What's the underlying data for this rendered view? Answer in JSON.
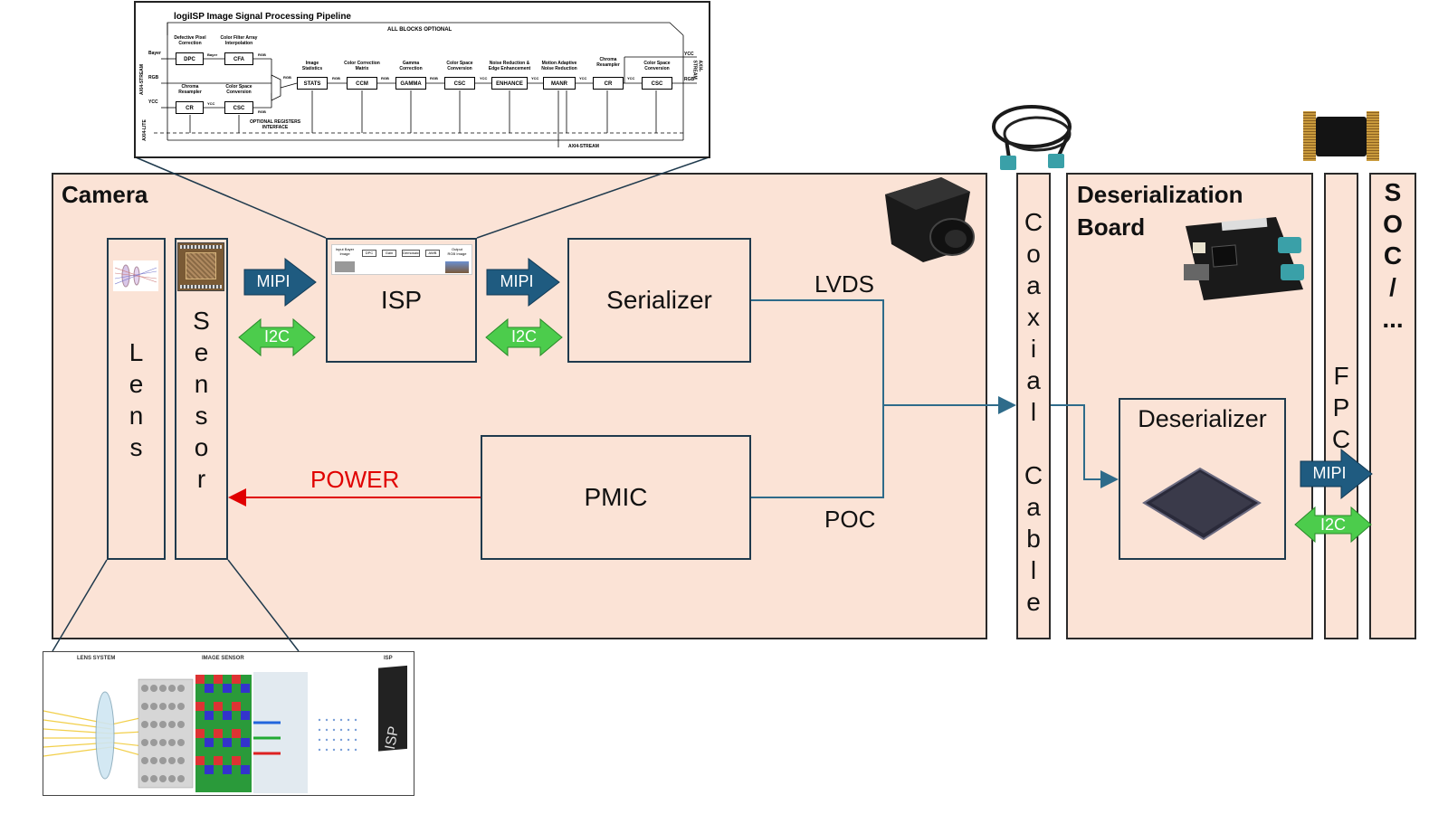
{
  "colors": {
    "panel_fill": "#fbe3d6",
    "border": "#1f3a4d",
    "connector": "#2e6b8a",
    "mipi_arrow": "#1f5b80",
    "i2c_arrow": "#4ccc4c",
    "power": "#e00000"
  },
  "camera": {
    "title": "Camera"
  },
  "deserialization_board": {
    "title": "Deserialization\nBoard"
  },
  "lens": {
    "letters": [
      "L",
      "e",
      "n",
      "s"
    ]
  },
  "sensor": {
    "letters": [
      "S",
      "e",
      "n",
      "s",
      "o",
      "r"
    ]
  },
  "coaxial": {
    "letters": [
      "C",
      "o",
      "a",
      "x",
      "i",
      "a",
      "l",
      "",
      "C",
      "a",
      "b",
      "l",
      "e"
    ]
  },
  "fpc": {
    "letters": [
      "F",
      "P",
      "C"
    ]
  },
  "soc": {
    "letters": [
      "S",
      "O",
      "C",
      "/",
      "..."
    ]
  },
  "blocks": {
    "isp": "ISP",
    "serializer": "Serializer",
    "pmic": "PMIC",
    "deserializer": "Deserializer"
  },
  "signals": {
    "mipi": "MIPI",
    "i2c": "I2C",
    "lvds": "LVDS",
    "poc": "POC",
    "power": "POWER"
  },
  "isp_pipeline": {
    "title": "logiISP Image Signal Processing Pipeline",
    "all_blocks_optional": "ALL BLOCKS OPTIONAL",
    "axi4_stream_in": "AXI4-STREAM",
    "axi4_stream_out": "AXI4-STREAM",
    "axi4_lite": "AXI4-LITE",
    "axi4_stream_bottom": "AXI4-STREAM",
    "optional_registers": "OPTIONAL REGISTERS\nINTERFACE",
    "input_bayer": "Bayer",
    "input_rgb": "RGB",
    "input_ycc": "YCC",
    "output_ycc": "YCC",
    "output_rgb": "RGB",
    "top_row": [
      {
        "caption": "Defective Pixel\nCorrection",
        "label": "DPC"
      },
      {
        "caption": "Color Filter Array\nInterpolation",
        "label": "CFA"
      }
    ],
    "bottom_row": [
      {
        "caption": "Chroma\nResampler",
        "label": "CR"
      },
      {
        "caption": "Color Space\nConversion",
        "label": "CSC"
      }
    ],
    "main_chain": [
      {
        "caption": "Image\nStatistics",
        "label": "STATS"
      },
      {
        "caption": "Color Correction\nMatrix",
        "label": "CCM"
      },
      {
        "caption": "Gamma\nCorrection",
        "label": "GAMMA"
      },
      {
        "caption": "Color Space\nConversion",
        "label": "CSC"
      },
      {
        "caption": "Noise Reduction &\nEdge Enhancement",
        "label": "ENHANCE"
      },
      {
        "caption": "Motion Adaptive\nNoise Reduction",
        "label": "MANR"
      },
      {
        "caption": "Chroma\nResampler",
        "label": "CR"
      },
      {
        "caption": "Color Space\nConversion",
        "label": "CSC"
      }
    ],
    "link_labels": [
      "Bayer",
      "RGB",
      "RGB",
      "RGB",
      "RGB",
      "RGB",
      "YCC",
      "YCC",
      "YCC",
      "YCC",
      "YCC",
      "RGB"
    ]
  },
  "isp_mini_flow": [
    "Input Bayer\nImage",
    "DPC",
    "Gain",
    "Demosaic",
    "AWB",
    "Output\nRGB Image"
  ],
  "lens_system_figure": {
    "lens_system": "LENS SYSTEM",
    "image_sensor": "IMAGE SENSOR",
    "isp": "ISP",
    "chip_label": "ISP"
  }
}
